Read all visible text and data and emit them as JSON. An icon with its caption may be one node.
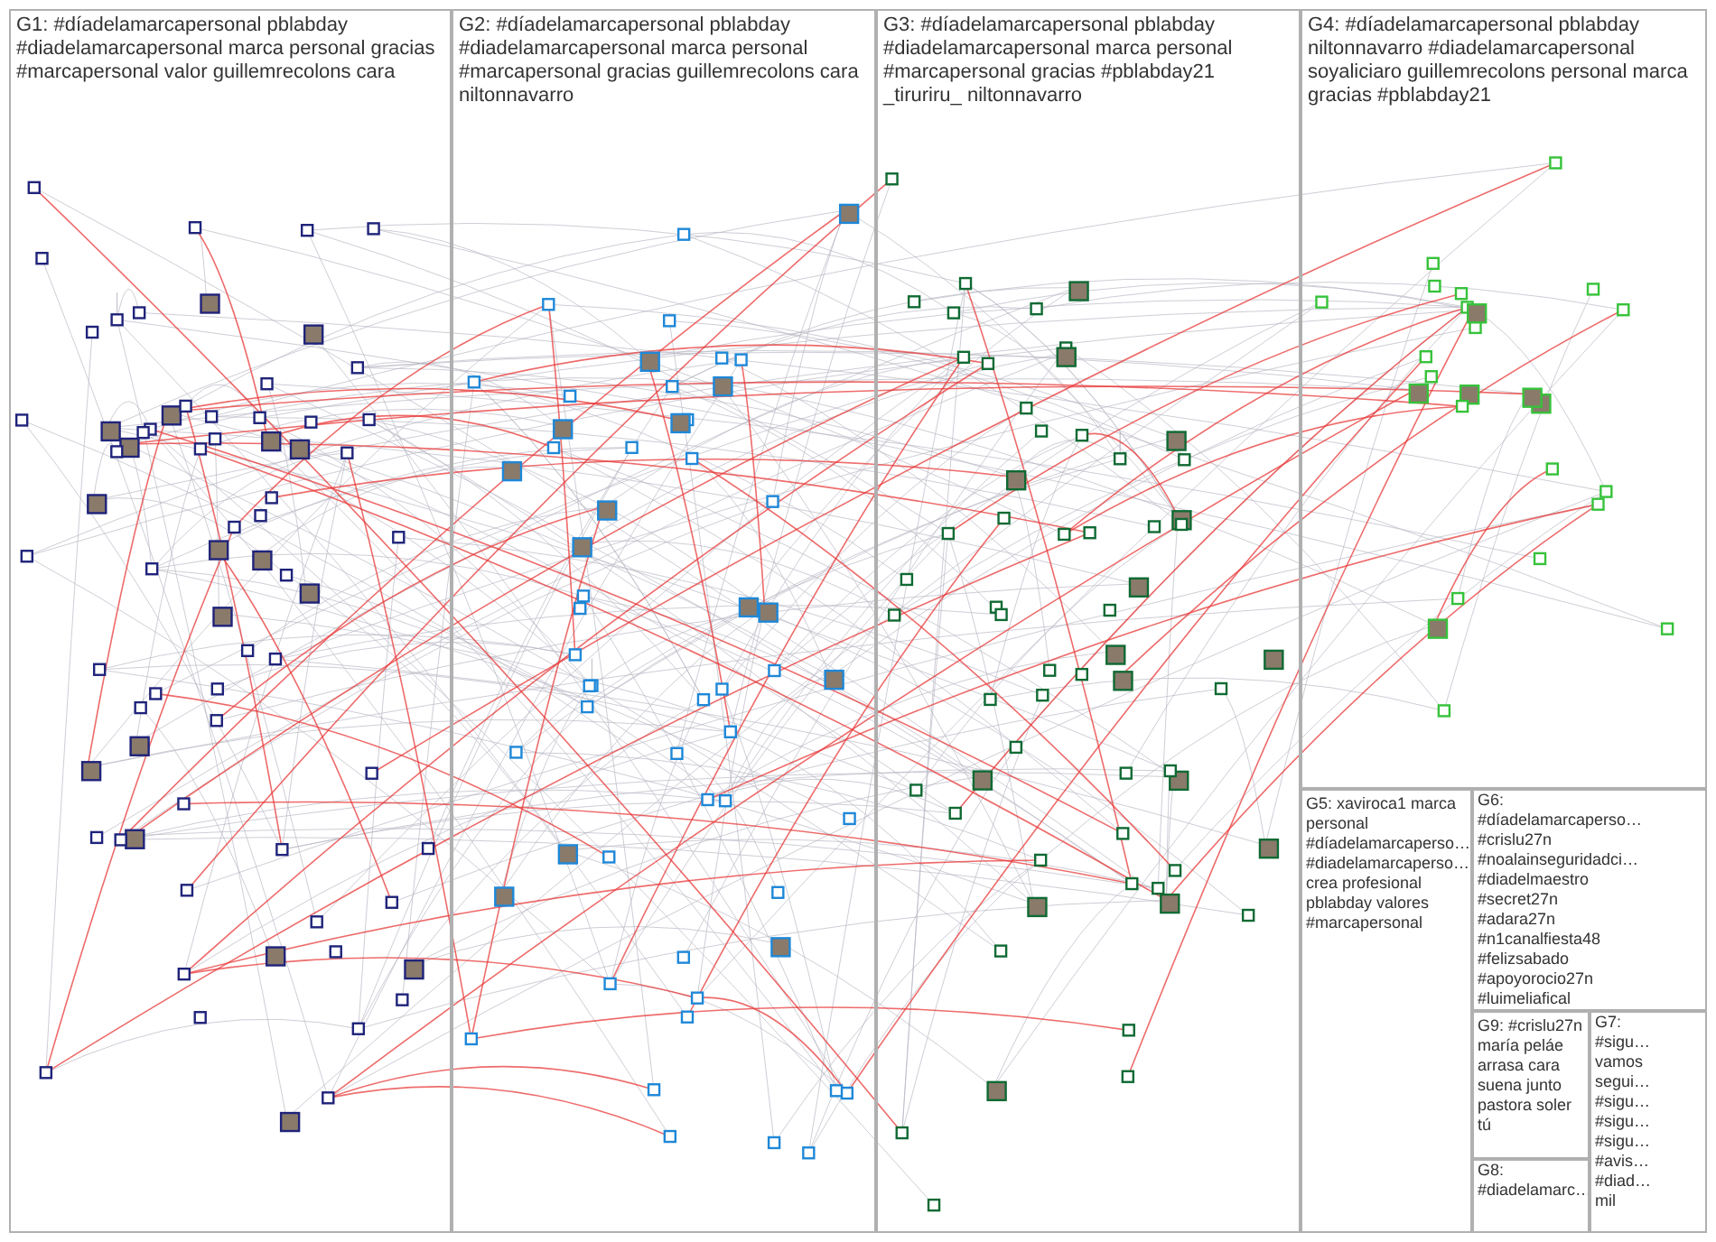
{
  "diagram": {
    "nodes": [
      {
        "text": [
          "G1: #díadelamarcapersonal pblabday #diadelamarcapersonal marca personal gracias #marcapersonal valor guillemrecolons cara"
        ]
      },
      {
        "text": [
          "G2: #díadelamarcapersonal pblabday #diadelamarcapersonal marca personal #marcapersonal gracias guillemrecolons cara niltonnavarro"
        ]
      },
      {
        "text": [
          "G3: #díadelamarcapersonal pblabday #diadelamarcapersonal marca personal #marcapersonal gracias #pblabday21 _tiruriru_ niltonnavarro"
        ]
      },
      {
        "text": [
          "G4: #díadelamarcapersonal pblabday niltonnavarro #diadelamarcapersonal soyaliciaro guillemrecolons personal marca gracias #pblabday21"
        ]
      },
      {
        "text": [
          "G5: xaviroca1 marca personal #díadelamarcaperso… #diadelamarcaperso… crea profesional pblabday valores #marcapersonal"
        ]
      },
      {
        "text": [
          "G6:",
          "#díadelamarcaperso…",
          "#crislu27n",
          "#noalainseguridadci…",
          "#diadelmaestro",
          "#secret27n",
          "#adara27n",
          "#n1canalfiesta48",
          "#felizsabado",
          "#apoyorocio27n",
          "#luimeliafical"
        ]
      },
      {
        "text": [
          "G9: #crislu27n maría peláe arrasa cara suena junto pastora soler tú"
        ]
      },
      {
        "text": [
          "G7:",
          "#sigu…",
          "vamos",
          "segui…",
          "#sigu…",
          "#sigu…",
          "#sigu…",
          "#avis…",
          "#diad…",
          "mil"
        ]
      },
      {
        "text": [
          "G8:",
          "#diadelamarc…"
        ]
      }
    ]
  }
}
